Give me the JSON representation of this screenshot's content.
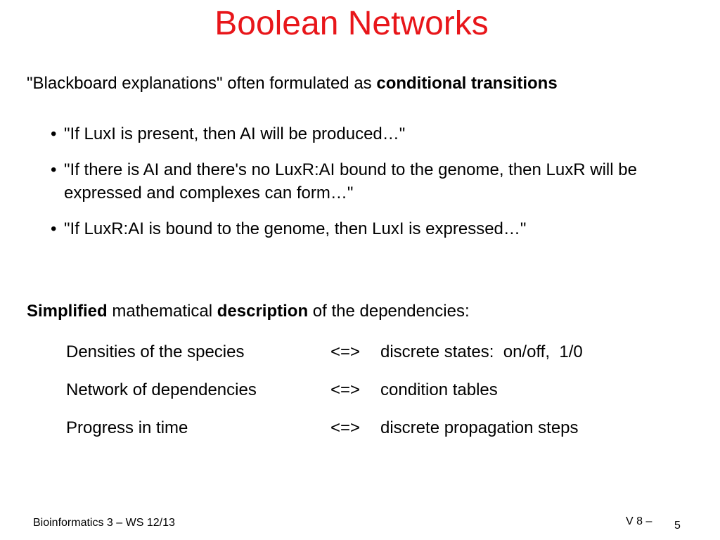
{
  "title": "Boolean Networks",
  "colors": {
    "title": "#e8161a",
    "text": "#000000",
    "background": "#ffffff"
  },
  "intro": {
    "text": "\"Blackboard explanations\" often formulated as ",
    "emphasis": "conditional transitions"
  },
  "bullets": [
    {
      "marker": "•",
      "text": "\"If LuxI is present, then AI will be produced…\""
    },
    {
      "marker": "•",
      "text": "\"If there is AI and there's no LuxR:AI bound to the genome, then LuxR will be expressed and complexes can form…\""
    },
    {
      "marker": "•",
      "text": "\"If LuxR:AI is bound to the genome, then LuxI is expressed…\""
    }
  ],
  "section": {
    "bold_1": "Simplified",
    "text_1": " mathematical ",
    "bold_2": "description",
    "text_2": " of the dependencies:"
  },
  "mappings": [
    {
      "left": "Densities of the species",
      "arrow": "<=>",
      "right": "discrete states:  on/off,  1/0"
    },
    {
      "left": "Network of dependencies",
      "arrow": "<=>",
      "right": "condition tables"
    },
    {
      "left": "Progress in time",
      "arrow": "<=>",
      "right": "discrete propagation steps"
    }
  ],
  "footer": {
    "course": "Bioinformatics 3 – WS 12/13",
    "lecture": "V 8 –",
    "page": "5"
  }
}
